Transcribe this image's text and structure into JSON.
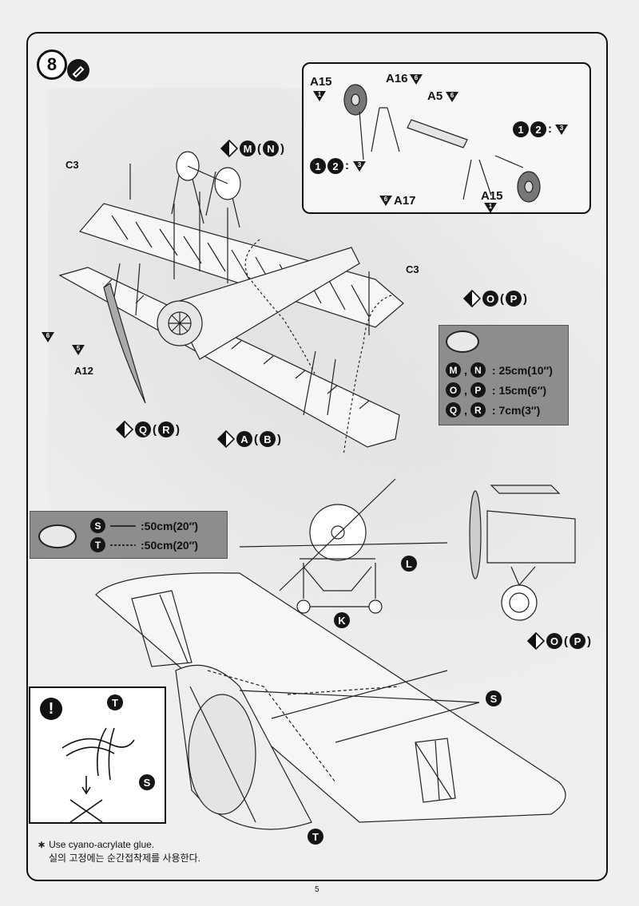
{
  "step": {
    "number": "8"
  },
  "inset": {
    "a15_top": "A15",
    "a16": "A16",
    "a5": "A5",
    "a17": "A17",
    "a15_bottom": "A15",
    "tri_1": "1",
    "tri_6": "6",
    "tri_3": "3",
    "sep": ":",
    "num_1": "1",
    "num_2": "2"
  },
  "labels": {
    "c3_left": "C3",
    "c3_right": "C3",
    "a12": "A12",
    "tri_6": "6",
    "tri_5": "5"
  },
  "callouts": {
    "mn": {
      "a": "M",
      "paren_open": "(",
      "b": "N",
      "paren_close": ")"
    },
    "op": {
      "a": "O",
      "paren_open": "(",
      "b": "P",
      "paren_close": ")"
    },
    "qr": {
      "a": "Q",
      "paren_open": "(",
      "b": "R",
      "paren_close": ")"
    },
    "ab": {
      "a": "A",
      "paren_open": "(",
      "b": "B",
      "paren_close": ")"
    },
    "op_front": {
      "a": "O",
      "paren_open": "(",
      "b": "P",
      "paren_close": ")"
    }
  },
  "legend": [
    {
      "a": "M",
      "b": "N",
      "sep": ",",
      "value": ": 25cm(10″)"
    },
    {
      "a": "O",
      "b": "P",
      "sep": ",",
      "value": ": 15cm(6″)"
    },
    {
      "a": "Q",
      "b": "R",
      "sep": ",",
      "value": ": 7cm(3″)"
    }
  ],
  "thread": [
    {
      "key": "S",
      "value": ":50cm(20″)"
    },
    {
      "key": "T",
      "value": ":50cm(20″)"
    }
  ],
  "markers": {
    "L": "L",
    "K": "K",
    "S": "S",
    "T": "T",
    "T_warn": "T",
    "S_warn": "S"
  },
  "warning": {
    "symbol": "!"
  },
  "note": {
    "star": "∗",
    "english": "Use cyano-acrylate glue.",
    "korean": "실의 고정에는 순간접착제를 사용한다."
  },
  "page": {
    "number": "5"
  },
  "colors": {
    "ink": "#111111",
    "legend_bg": "#8d8d8d",
    "paper": "#efefed"
  }
}
